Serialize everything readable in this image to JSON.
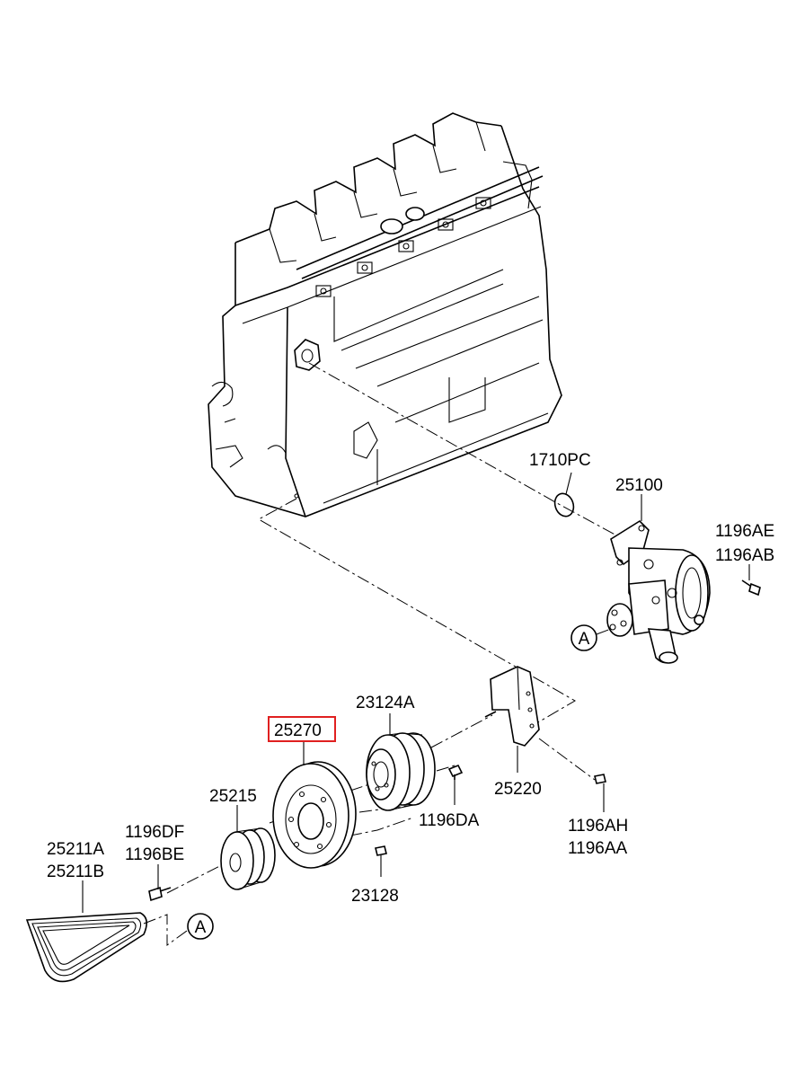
{
  "diagram": {
    "labels": {
      "p1710PC": "1710PC",
      "p25100": "25100",
      "p1196AE": "1196AE",
      "p1196AB": "1196AB",
      "p23124A": "23124A",
      "p25270": "25270",
      "p25215": "25215",
      "p1196DF": "1196DF",
      "p1196BE": "1196BE",
      "p25211A": "25211A",
      "p25211B": "25211B",
      "p25220": "25220",
      "p1196DA": "1196DA",
      "p1196AH": "1196AH",
      "p1196AA": "1196AA",
      "p23128": "23128",
      "refA1": "A",
      "refA2": "A"
    },
    "highlight_color": "#e02020"
  }
}
